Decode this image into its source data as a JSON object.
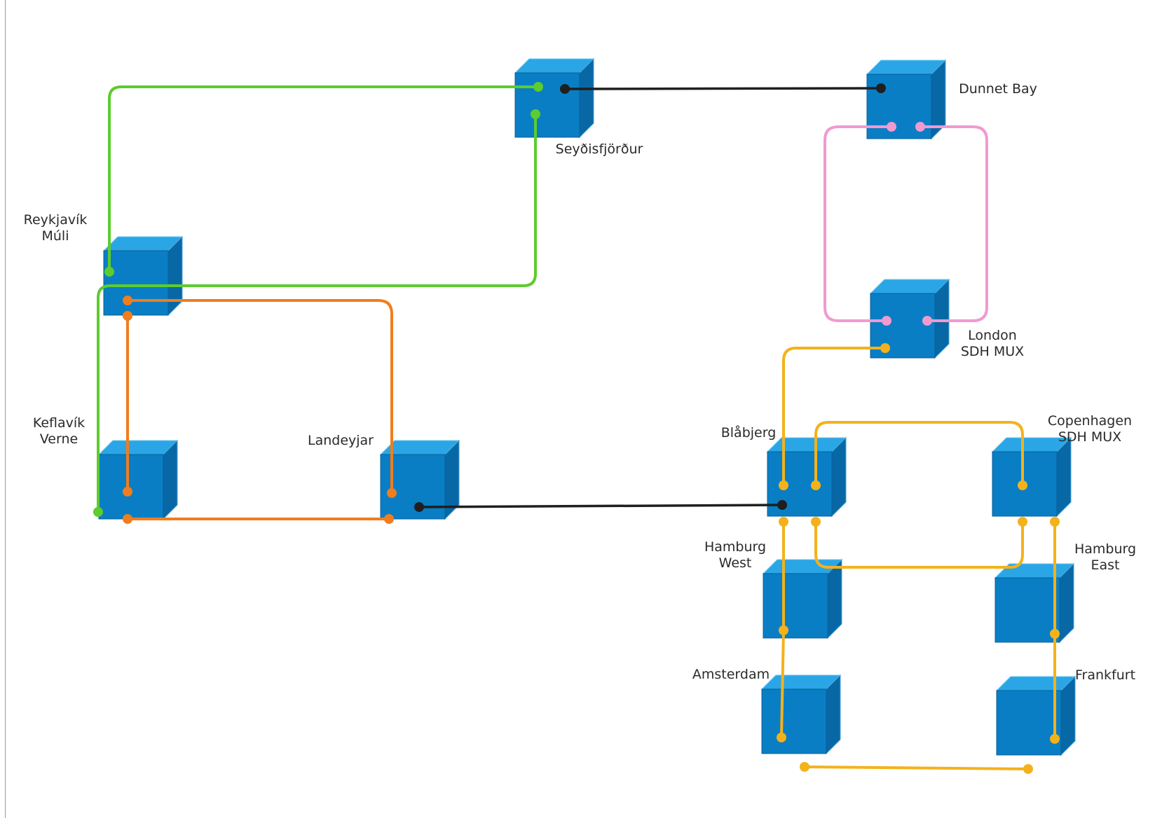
{
  "diagram": {
    "nodes": [
      {
        "id": "seydisfjordur",
        "lines": [
          "Seyðisfjörður"
        ]
      },
      {
        "id": "dunnet",
        "lines": [
          "Dunnet Bay"
        ]
      },
      {
        "id": "reykjavik",
        "lines": [
          "Reykjavík",
          "Múli"
        ]
      },
      {
        "id": "keflavik",
        "lines": [
          "Keflavík",
          "Verne"
        ]
      },
      {
        "id": "landeyjar",
        "lines": [
          "Landeyjar"
        ]
      },
      {
        "id": "london",
        "lines": [
          "London",
          "SDH MUX"
        ]
      },
      {
        "id": "blabjerg",
        "lines": [
          "Blåbjerg"
        ]
      },
      {
        "id": "copenhagen",
        "lines": [
          "Copenhagen",
          "SDH MUX"
        ]
      },
      {
        "id": "hamburg-west",
        "lines": [
          "Hamburg",
          "West"
        ]
      },
      {
        "id": "hamburg-east",
        "lines": [
          "Hamburg",
          "East"
        ]
      },
      {
        "id": "amsterdam",
        "lines": [
          "Amsterdam"
        ]
      },
      {
        "id": "frankfurt",
        "lines": [
          "Frankfurt"
        ]
      }
    ],
    "link_colors": {
      "green": "#5ccc2e",
      "orange": "#f07d1e",
      "black": "#1f1f1f",
      "pink": "#f09ad0",
      "yellow": "#f3b21c"
    },
    "node_colors": {
      "front": "#0a7ec4",
      "top": "#2aa6e6",
      "side": "#0868a6"
    },
    "links": [
      {
        "from": "reykjavik",
        "to": "seydisfjordur",
        "color": "green"
      },
      {
        "from": "keflavik",
        "to": "seydisfjordur",
        "color": "green"
      },
      {
        "from": "seydisfjordur",
        "to": "dunnet",
        "color": "black"
      },
      {
        "from": "dunnet",
        "to": "london",
        "color": "pink"
      },
      {
        "from": "dunnet",
        "to": "london",
        "color": "pink"
      },
      {
        "from": "reykjavik",
        "to": "landeyjar",
        "color": "orange"
      },
      {
        "from": "reykjavik",
        "to": "keflavik",
        "color": "orange"
      },
      {
        "from": "keflavik",
        "to": "landeyjar",
        "color": "orange"
      },
      {
        "from": "landeyjar",
        "to": "blabjerg",
        "color": "black"
      },
      {
        "from": "london",
        "to": "blabjerg",
        "color": "yellow"
      },
      {
        "from": "blabjerg",
        "to": "copenhagen",
        "color": "yellow"
      },
      {
        "from": "blabjerg",
        "to": "copenhagen",
        "color": "yellow"
      },
      {
        "from": "blabjerg",
        "to": "hamburg-west",
        "color": "yellow"
      },
      {
        "from": "hamburg-west",
        "to": "amsterdam",
        "color": "yellow"
      },
      {
        "from": "copenhagen",
        "to": "hamburg-east",
        "color": "yellow"
      },
      {
        "from": "hamburg-east",
        "to": "frankfurt",
        "color": "yellow"
      },
      {
        "from": "amsterdam",
        "to": "frankfurt",
        "color": "yellow"
      }
    ]
  }
}
